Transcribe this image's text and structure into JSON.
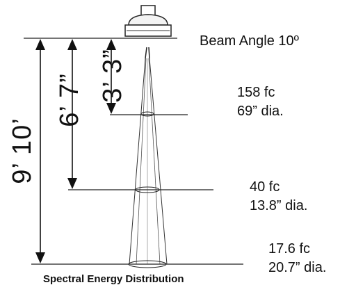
{
  "title": "Beam Angle 10º",
  "distances": [
    {
      "height": "3’ 3”",
      "illuminance": "158 fc",
      "diameter": "69” dia."
    },
    {
      "height": "6’ 7”",
      "illuminance": "40 fc",
      "diameter": "13.8” dia."
    },
    {
      "height": "9’ 10’",
      "illuminance": "17.6 fc",
      "diameter": "20.7” dia."
    }
  ],
  "footer_cut": "Spectral Energy Distribution"
}
